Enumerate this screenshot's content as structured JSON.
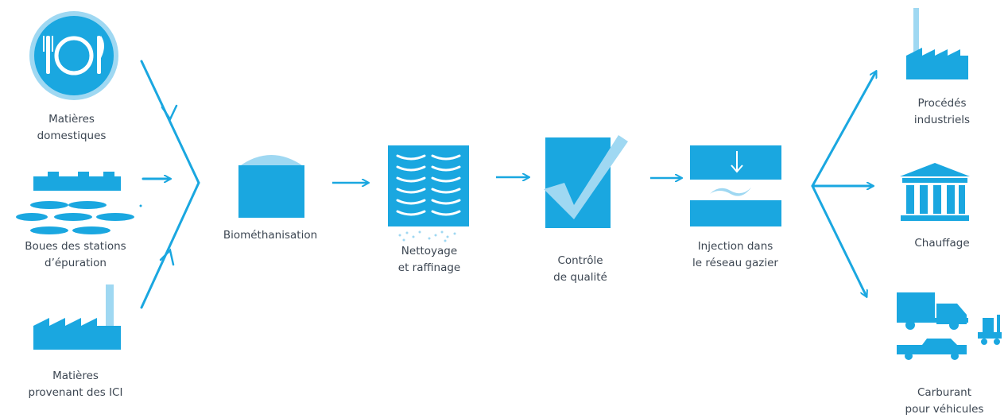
{
  "colors": {
    "primary": "#1aa7e0",
    "light": "#9fd8f2",
    "text": "#3c4652",
    "white": "#ffffff"
  },
  "sources": [
    {
      "icon": "dinner-plate-icon",
      "lines": [
        "Matières",
        "domestiques"
      ]
    },
    {
      "icon": "sludge-beds-icon",
      "lines": [
        "Boues des stations",
        "d’épuration"
      ]
    },
    {
      "icon": "factory-icon",
      "lines": [
        "Matières",
        "provenant des ICI"
      ]
    }
  ],
  "steps": [
    {
      "icon": "digester-tank-icon",
      "lines": [
        "Biométhanisation"
      ]
    },
    {
      "icon": "filter-icon",
      "lines": [
        "Nettoyage",
        "et raffinage"
      ]
    },
    {
      "icon": "checkmark-icon",
      "lines": [
        "Contrôle",
        "de qualité"
      ]
    },
    {
      "icon": "pipeline-injection-icon",
      "lines": [
        "Injection dans",
        "le réseau gazier"
      ]
    }
  ],
  "uses": [
    {
      "icon": "factory-icon",
      "lines": [
        "Procédés",
        "industriels"
      ]
    },
    {
      "icon": "building-icon",
      "lines": [
        "Chauffage"
      ]
    },
    {
      "icon": "vehicles-icon",
      "lines": [
        "Carburant",
        "pour véhicules"
      ]
    }
  ]
}
